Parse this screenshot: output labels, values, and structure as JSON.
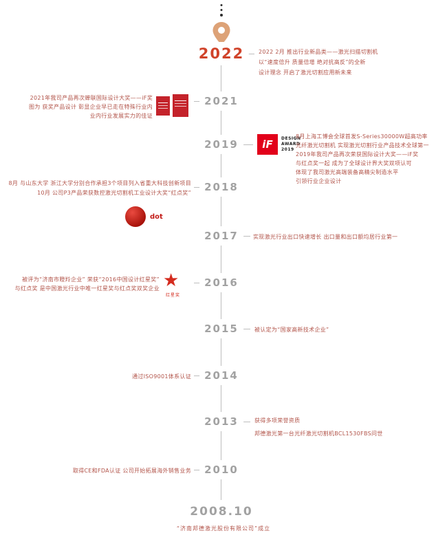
{
  "palette": {
    "background": "#ffffff",
    "accent_red": "#d0432a",
    "body_text_red": "#b2544a",
    "year_gray": "#a2a2a2",
    "line_gray": "#bdbdbd",
    "pin_tan": "#dda277",
    "certificate_red": "#c4232b",
    "if_red": "#e2001a",
    "reddot_red": "#c21b17",
    "redstar_red": "#d42b1e"
  },
  "timeline": {
    "events": [
      {
        "year": "2022",
        "side": "right",
        "lines": [
          "2022 2月 推出行业新品类——激光扫描切割机",
          "以“速度倍升 质量倍增 绝对抗高反”的全新",
          "设计理念 开启了激光切割应用新未来"
        ]
      },
      {
        "year": "2021",
        "side": "left",
        "lines": [
          "2021年我司产品再次蝉联国际设计大奖——iF奖",
          "图为 获奖产品设计 彰显企业早已走在特殊行业内",
          "业内行业发展实力的佳证"
        ]
      },
      {
        "year": "2019",
        "side": "right",
        "lines": [
          "8月上海工博会全球首发S-Series30000W超高功率",
          "光纤激光切割机 实现激光切割行业产品技术全球第一",
          "2019年我司产品再次荣获国际设计大奖——iF奖",
          "与红点奖一起 成为了全球设计界大奖双项认可",
          "体现了我司激光高端装备高精尖制造水平",
          "引领行业企业设计"
        ]
      },
      {
        "year": "2018",
        "side": "left",
        "lines": [
          "8月 与山东大学 浙江大学分别合作承担3个项目列入省重大科技创新项目",
          "10月 公司P3产品荣获数控激光切割机工业设计大奖“红点奖”"
        ]
      },
      {
        "year": "2017",
        "side": "right",
        "lines": [
          "实现激光行业出口快速增长 出口量和出口额均居行业第一"
        ]
      },
      {
        "year": "2016",
        "side": "left",
        "lines": [
          "被评为“济南市瞪羚企业” 荣获“2016中国设计红星奖”",
          "与红点奖 是中国激光行业中唯一红星奖与红点奖双奖企业"
        ]
      },
      {
        "year": "2015",
        "side": "right",
        "lines": [
          "被认定为“国家高新技术企业”"
        ]
      },
      {
        "year": "2014",
        "side": "left",
        "lines": [
          "通过ISO9001体系认证"
        ]
      },
      {
        "year": "2013",
        "side": "right",
        "lines": [
          "获得多项荣誉资质",
          "邦德激光第一台光纤激光切割机BCL1530FBS问世"
        ]
      },
      {
        "year": "2010",
        "side": "left",
        "lines": [
          "取得CE和FDA认证 公司开始拓展海外销售业务"
        ]
      },
      {
        "year": "2008.10",
        "side": "bottom",
        "lines": [
          "“济南邦德激光股份有限公司”成立"
        ]
      }
    ],
    "awards": {
      "if_design": {
        "glyph": "iF",
        "caption": [
          "DESIGN",
          "AWARD",
          "2019"
        ]
      },
      "reddot": {
        "label": "dot"
      },
      "redstar": {
        "star": "★",
        "label": "红星奖"
      }
    }
  }
}
